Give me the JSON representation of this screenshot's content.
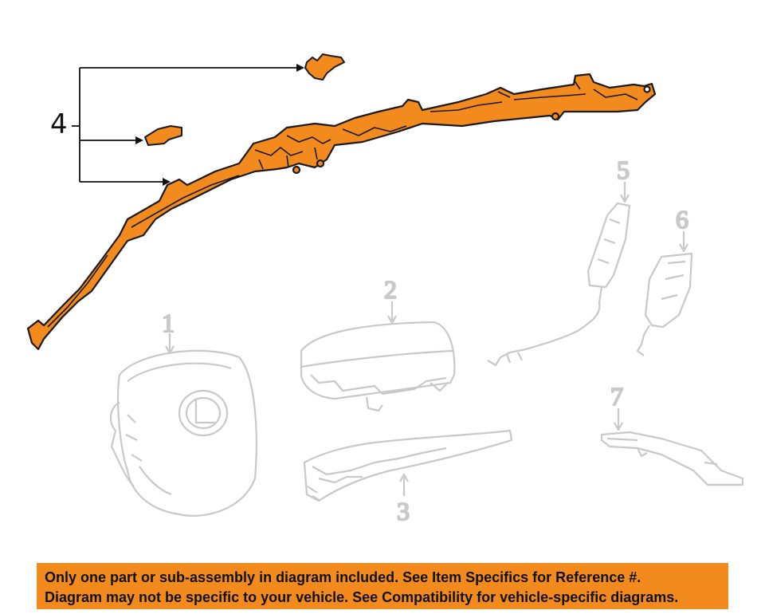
{
  "callouts": {
    "main_part": "4",
    "part_1": "1",
    "part_2": "2",
    "part_3": "3",
    "part_5": "5",
    "part_6": "6",
    "part_7": "7"
  },
  "colors": {
    "highlight": "#f28a1e",
    "ghost": "#c9c9c9",
    "outline": "#1a1a1a",
    "banner_bg": "#f28a1e"
  },
  "banner": {
    "line1": "Only one part or sub-assembly in diagram included. See Item Specifics for Reference #.",
    "line2": "Diagram may not be specific to your vehicle. See Compatibility for vehicle-specific diagrams."
  }
}
